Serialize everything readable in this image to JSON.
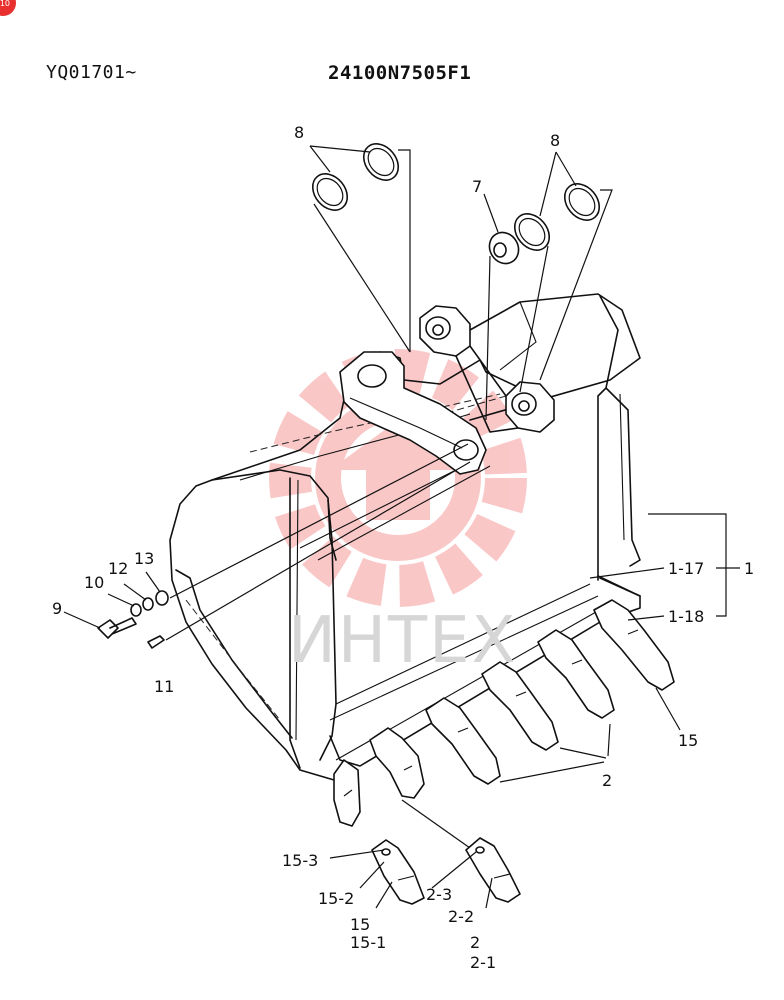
{
  "header": {
    "serial_range": "YQ01701~",
    "part_number": "24100N7505F1"
  },
  "badge": {
    "text": "10"
  },
  "watermark": {
    "text": "ИНТЕХ",
    "color": "#f04a4a"
  },
  "callouts": {
    "c1": "1",
    "c1_17": "1-17",
    "c1_18": "1-18",
    "c2": "2",
    "c2_1": "2-1",
    "c2_2": "2-2",
    "c2_3": "2-3",
    "c2_detail": "2",
    "c7": "7",
    "c8_left": "8",
    "c8_right": "8",
    "c9": "9",
    "c10": "10",
    "c11": "11",
    "c12": "12",
    "c13": "13",
    "c15": "15",
    "c15_1": "15-1",
    "c15_2": "15-2",
    "c15_3": "15-3",
    "c15_detail": "15"
  }
}
